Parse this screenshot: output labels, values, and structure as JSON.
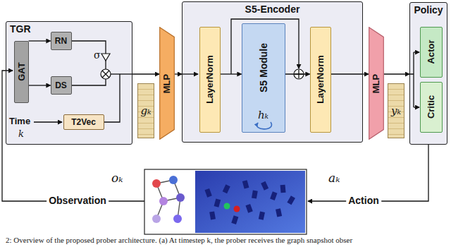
{
  "diagram": {
    "caption": "2: Overview of the proposed prober architecture. (a) At timestep k, the prober receives the graph snapshot obser",
    "nodes": [
      {
        "text": [
          "TGR"
        ]
      },
      {
        "text": [
          "GAT"
        ],
        "in": 0
      },
      {
        "text": [
          "RN"
        ],
        "in": 0
      },
      {
        "text": [
          "DS"
        ],
        "in": 0
      },
      {
        "text": [
          "T2Vec"
        ],
        "in": 0
      },
      {
        "text": [
          "gₖ"
        ]
      },
      {
        "text": [
          "MLP"
        ]
      },
      {
        "text": [
          "S5-Encoder"
        ]
      },
      {
        "text": [
          "LayerNorm"
        ],
        "in": 7
      },
      {
        "text": [
          "S5 Module",
          "hₖ"
        ],
        "in": 7
      },
      {
        "text": [
          "LayerNorm"
        ],
        "in": 7
      },
      {
        "text": [
          "MLP"
        ]
      },
      {
        "text": [
          "yₖ"
        ]
      },
      {
        "text": [
          "Policy"
        ]
      },
      {
        "text": [
          "Actor"
        ],
        "in": 13
      },
      {
        "text": [
          "Critic"
        ],
        "in": 13
      }
    ],
    "edges": [
      {
        "from": 1,
        "to": 2,
        "arrow": "to"
      },
      {
        "from": 1,
        "to": 3,
        "arrow": "to"
      },
      {
        "from": 0,
        "to": 6,
        "arrow": "to"
      },
      {
        "from": 6,
        "to": 7,
        "arrow": "to"
      },
      {
        "from": 8,
        "to": 9,
        "arrow": "to"
      },
      {
        "from": 9,
        "to": 10,
        "arrow": "to"
      },
      {
        "from": 7,
        "to": 11,
        "arrow": "to"
      },
      {
        "from": 11,
        "to": 13,
        "arrow": "to"
      }
    ],
    "labels": [
      "σ",
      "Time",
      "k",
      "oₖ",
      "Observation",
      "aₖ",
      "Action"
    ]
  }
}
